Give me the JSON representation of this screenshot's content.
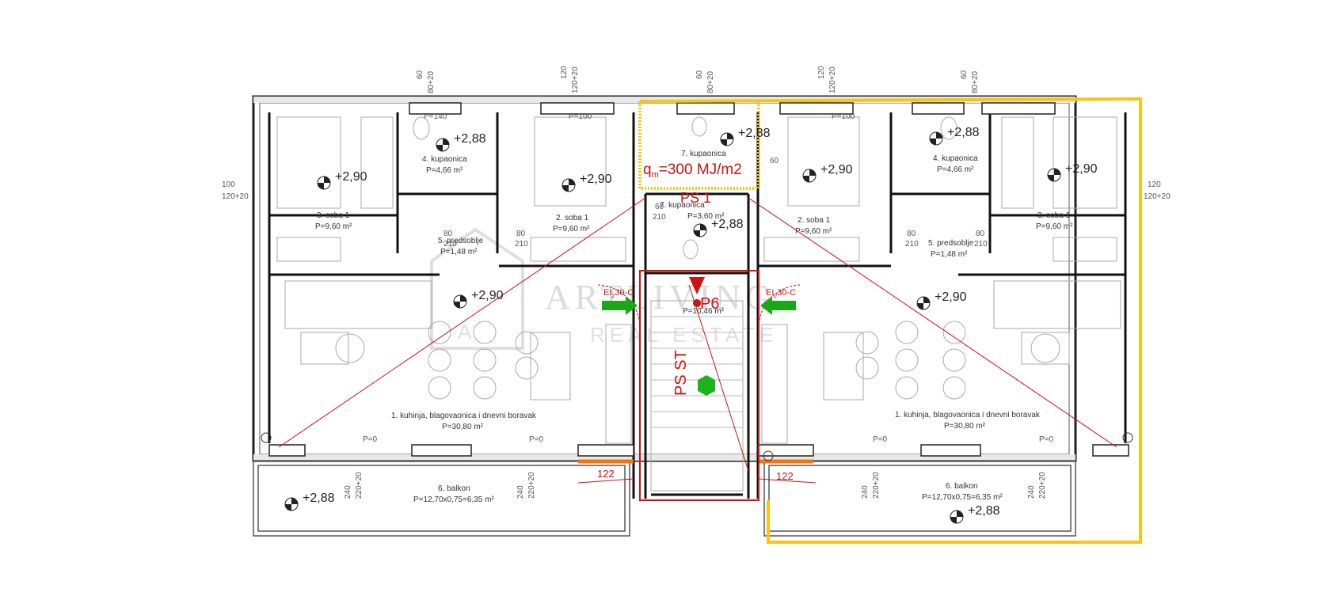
{
  "top_dims": [
    {
      "a": "60",
      "b": "80+20"
    },
    {
      "a": "120",
      "b": "120+20"
    },
    {
      "a": "60",
      "b": "80+20"
    },
    {
      "a": "120",
      "b": "120+20"
    },
    {
      "a": "60",
      "b": "80+20"
    }
  ],
  "side_dims": {
    "left": {
      "a": "100",
      "b": "120+20"
    },
    "right": {
      "a": "120",
      "b": "120+20"
    }
  },
  "bottom_dims": {
    "a": "240",
    "b": "220+20",
    "door_width": "122"
  },
  "rooms_left": [
    {
      "name": "3. soba 1",
      "area": "P=9,60 m²",
      "level": "+2,90"
    },
    {
      "name": "4. kupaonica",
      "area": "P=4,66 m²",
      "level": "+2,88"
    },
    {
      "name": "2. soba 1",
      "area": "P=9,60 m²",
      "level": "+2,90"
    },
    {
      "name": "5. predsoblje",
      "area": "P=1,48 m²"
    },
    {
      "name": "1. kuhinja, blagovaonica i dnevni boravak",
      "area": "P=30,80 m²",
      "level": "+2,90"
    },
    {
      "name": "6. balkon",
      "area": "P=12,70x0,75=6,35 m²",
      "level": "+2,88"
    }
  ],
  "rooms_right": [
    {
      "name": "2. soba 1",
      "area": "P=9,60 m²",
      "level": "+2,90"
    },
    {
      "name": "4. kupaonica",
      "area": "P=4,66 m²",
      "level": "+2,88"
    },
    {
      "name": "3. soba 1",
      "area": "P=9,60 m²",
      "level": "+2,90"
    },
    {
      "name": "5. predsoblje",
      "area": "P=1,48 m²"
    },
    {
      "name": "1. kuhinja, blagovaonica i dnevni boravak",
      "area": "P=30,80 m²",
      "level": "+2,90"
    },
    {
      "name": "6. balkon",
      "area": "P=12,70x0,75=6,35 m²",
      "level": "+2,88"
    }
  ],
  "center": {
    "bath_top": {
      "name": "7. kupaonica",
      "level": "+2,88"
    },
    "bath_lower": {
      "name": "7. kupaonica",
      "area": "P=3,60 m²",
      "level": "+2,88"
    },
    "stair": {
      "area": "P=10,46 m²"
    },
    "fire_load": "q",
    "fire_load_sub": "m",
    "fire_load_val": "=300 MJ/m2",
    "ps1": "PS 1",
    "ps_st": "PS ST",
    "p6": "P6",
    "ei_left": "EI",
    "ei_sub": "2",
    "ei_rest": "30-C",
    "opening_60": "60",
    "opening_210": "210"
  },
  "door_labels": {
    "w": "80",
    "h": "210"
  },
  "pane_label": "P=0",
  "pane_label_140": "P=140",
  "pane_label_100": "P=100",
  "watermark": {
    "main": "ARTLIVING",
    "sub": "REAL ESTATE"
  },
  "colors": {
    "fire_zone": "#f5c518",
    "fire_line": "#d11111",
    "exit_arrow": "#1aa81a",
    "balcony_edge": "#ee7711"
  }
}
